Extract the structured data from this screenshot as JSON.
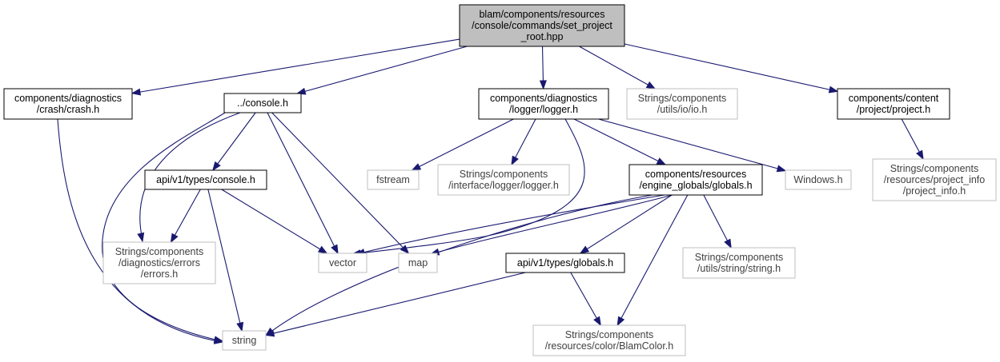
{
  "nodes": [
    {
      "id": "root",
      "kind": "root",
      "lines": [
        "blam/components/resources",
        "/console/commands/set_project",
        "_root.hpp"
      ]
    },
    {
      "id": "crash",
      "kind": "doc",
      "lines": [
        "components/diagnostics",
        "/crash/crash.h"
      ]
    },
    {
      "id": "console",
      "kind": "doc",
      "lines": [
        "../console.h"
      ]
    },
    {
      "id": "logger",
      "kind": "doc",
      "lines": [
        "components/diagnostics",
        "/logger/logger.h"
      ]
    },
    {
      "id": "io",
      "kind": "ext",
      "lines": [
        "Strings/components",
        "/utils/io/io.h"
      ]
    },
    {
      "id": "project",
      "kind": "doc",
      "lines": [
        "components/content",
        "/project/project.h"
      ]
    },
    {
      "id": "types_console",
      "kind": "doc",
      "lines": [
        "api/v1/types/console.h"
      ]
    },
    {
      "id": "fstream",
      "kind": "ext",
      "lines": [
        "fstream"
      ]
    },
    {
      "id": "iface_logger",
      "kind": "ext",
      "lines": [
        "Strings/components",
        "/interface/logger/logger.h"
      ]
    },
    {
      "id": "globals",
      "kind": "doc",
      "lines": [
        "components/resources",
        "/engine_globals/globals.h"
      ]
    },
    {
      "id": "windows",
      "kind": "ext",
      "lines": [
        "Windows.h"
      ]
    },
    {
      "id": "project_info",
      "kind": "ext",
      "lines": [
        "Strings/components",
        "/resources/project_info",
        "/project_info.h"
      ]
    },
    {
      "id": "errors",
      "kind": "ext",
      "lines": [
        "Strings/components",
        "/diagnostics/errors",
        "/errors.h"
      ]
    },
    {
      "id": "vector",
      "kind": "ext",
      "lines": [
        "vector"
      ]
    },
    {
      "id": "map",
      "kind": "ext",
      "lines": [
        "map"
      ]
    },
    {
      "id": "types_globals",
      "kind": "doc",
      "lines": [
        "api/v1/types/globals.h"
      ]
    },
    {
      "id": "strutil",
      "kind": "ext",
      "lines": [
        "Strings/components",
        "/utils/string/string.h"
      ]
    },
    {
      "id": "string",
      "kind": "ext",
      "lines": [
        "string"
      ]
    },
    {
      "id": "blamcolor",
      "kind": "ext",
      "lines": [
        "Strings/components",
        "/resources/color/BlamColor.h"
      ]
    }
  ],
  "edges": [
    {
      "from": "root",
      "to": "crash"
    },
    {
      "from": "root",
      "to": "console"
    },
    {
      "from": "root",
      "to": "logger"
    },
    {
      "from": "root",
      "to": "io"
    },
    {
      "from": "root",
      "to": "project"
    },
    {
      "from": "crash",
      "to": "string"
    },
    {
      "from": "console",
      "to": "types_console"
    },
    {
      "from": "console",
      "to": "errors"
    },
    {
      "from": "console",
      "to": "vector"
    },
    {
      "from": "console",
      "to": "map"
    },
    {
      "from": "console",
      "to": "string"
    },
    {
      "from": "logger",
      "to": "fstream"
    },
    {
      "from": "logger",
      "to": "iface_logger"
    },
    {
      "from": "logger",
      "to": "globals"
    },
    {
      "from": "logger",
      "to": "windows"
    },
    {
      "from": "logger",
      "to": "vector"
    },
    {
      "from": "project",
      "to": "project_info"
    },
    {
      "from": "types_console",
      "to": "errors"
    },
    {
      "from": "types_console",
      "to": "vector"
    },
    {
      "from": "types_console",
      "to": "string"
    },
    {
      "from": "globals",
      "to": "vector"
    },
    {
      "from": "globals",
      "to": "map"
    },
    {
      "from": "globals",
      "to": "types_globals"
    },
    {
      "from": "globals",
      "to": "strutil"
    },
    {
      "from": "globals",
      "to": "blamcolor"
    },
    {
      "from": "globals",
      "to": "string"
    },
    {
      "from": "types_globals",
      "to": "string"
    },
    {
      "from": "types_globals",
      "to": "blamcolor"
    }
  ]
}
